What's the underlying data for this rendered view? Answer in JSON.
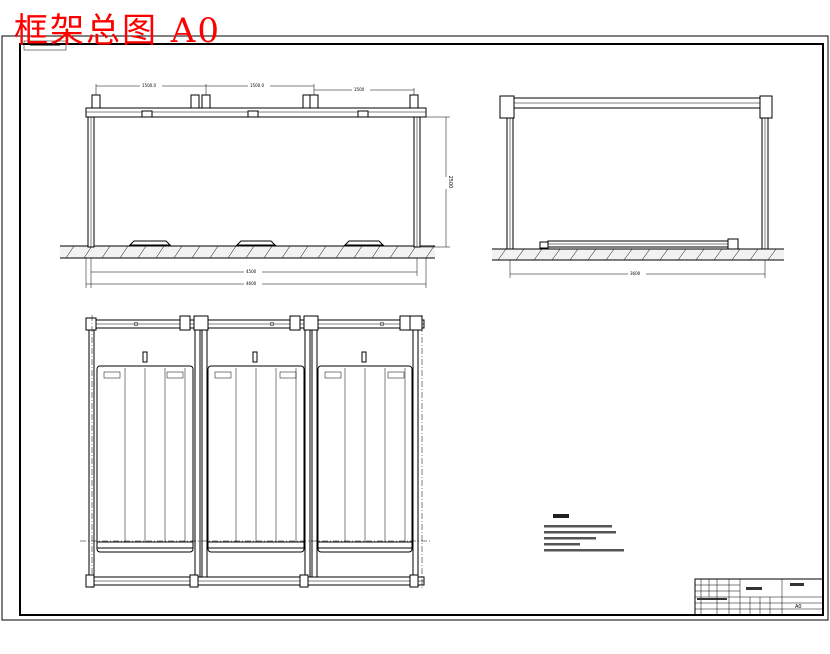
{
  "title": "框架总图  A0",
  "dimensions": {
    "front_height": "2500"
  },
  "title_block": {
    "sheet_size": "A0"
  }
}
